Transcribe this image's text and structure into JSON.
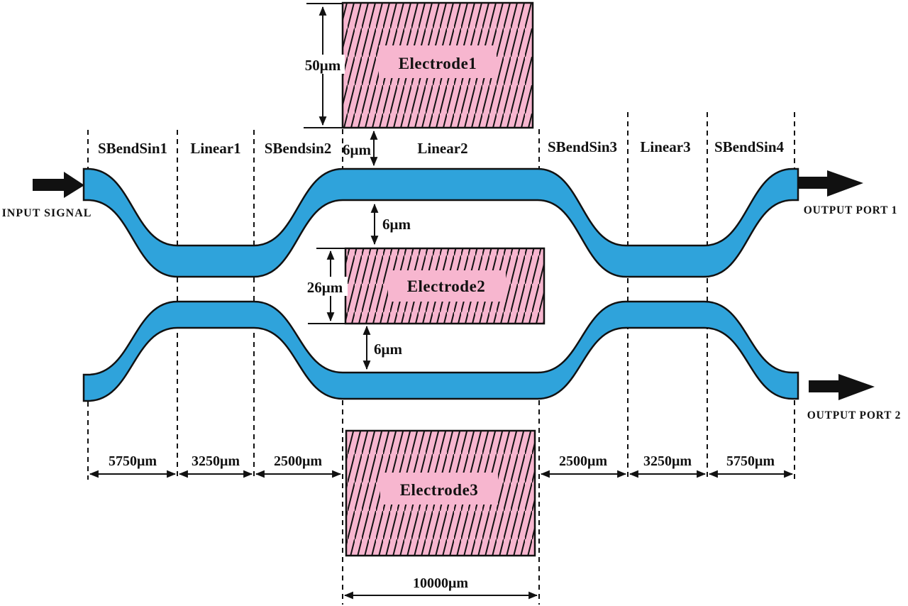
{
  "io": {
    "input_label": "INPUT SIGNAL",
    "output_port1_label": "OUTPUT PORT 1",
    "output_port2_label": "OUTPUT PORT 2"
  },
  "section_labels": {
    "sbendsin1": "SBendSin1",
    "linear1": "Linear1",
    "sbendsin2": "SBendsin2",
    "linear2": "Linear2",
    "sbendsin3": "SBendSin3",
    "linear3": "Linear3",
    "sbendsin4": "SBendSin4"
  },
  "electrode_labels": {
    "electrode1": "Electrode1",
    "electrode2": "Electrode2",
    "electrode3": "Electrode3"
  },
  "dimension_labels": {
    "electrode1_height": "50μm",
    "electrode2_height": "26μm",
    "gap_electrode1_to_waveguide": "6μm",
    "gap_waveguide_to_electrode2": "6μm",
    "gap_electrode2_to_waveguide": "6μm",
    "sbendsin1_length": "5750μm",
    "linear1_length": "3250μm",
    "sbendsin2_length": "2500μm",
    "electrode_length": "10000μm",
    "sbendsin3_length": "2500μm",
    "linear3_length": "3250μm",
    "sbendsin4_length": "5750μm"
  },
  "colors": {
    "waveguide_fill": "#2FA3DB",
    "electrode_fill": "#F7B6CF",
    "outline": "#111111",
    "background": "#FFFFFF"
  }
}
